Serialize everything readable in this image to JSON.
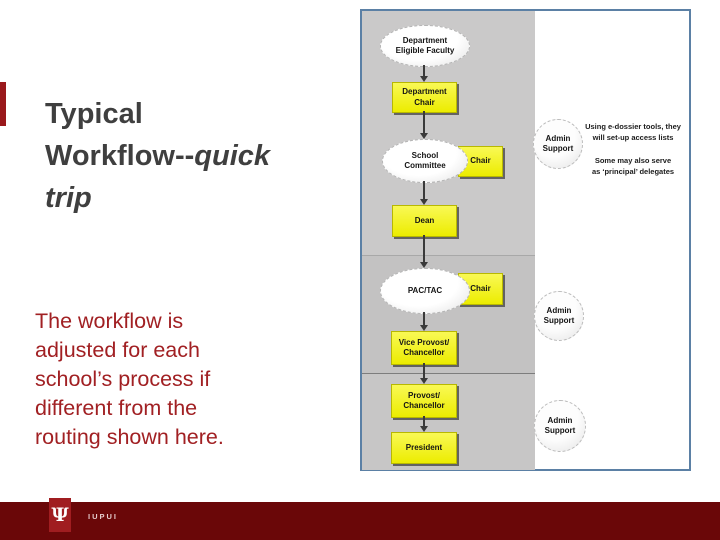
{
  "slide": {
    "title_normal": "Typical\nWorkflow--",
    "title_italic": "quick\ntrip",
    "body_text": "The workflow is\nadjusted for each\nschool’s process if\ndifferent from the\nrouting shown here.",
    "footer": {
      "logo_text": "IUPUI"
    },
    "icons": {
      "iu_trident": "Ψ"
    },
    "colors": {
      "accent_red": "#9a191c",
      "body_text_red": "#a12023",
      "footer_maroon": "#6a0708",
      "logo_crimson": "#a01d20",
      "frame_blue": "#5b80a5",
      "box_yellow": "#ecec00",
      "gray_background": "#c7c6c6",
      "title_gray": "#3f3f3f"
    }
  },
  "diagram": {
    "nodes": {
      "dept_faculty": "Department\nEligible Faculty",
      "dept_chair": "Department\nChair",
      "school_committee": "School\nCommittee",
      "chair1": "Chair",
      "dean": "Dean",
      "pac_tac": "PAC/TAC",
      "chair2": "Chair",
      "vice_provost": "Vice Provost/\nChancellor",
      "provost": "Provost/\nChancellor",
      "president": "President",
      "admin1": "Admin\nSupport",
      "admin2": "Admin\nSupport",
      "admin3": "Admin\nSupport"
    },
    "note": "Using e-dossier tools, they\nwill set-up access lists\n\nSome may also serve\nas ‘principal’ delegates"
  }
}
